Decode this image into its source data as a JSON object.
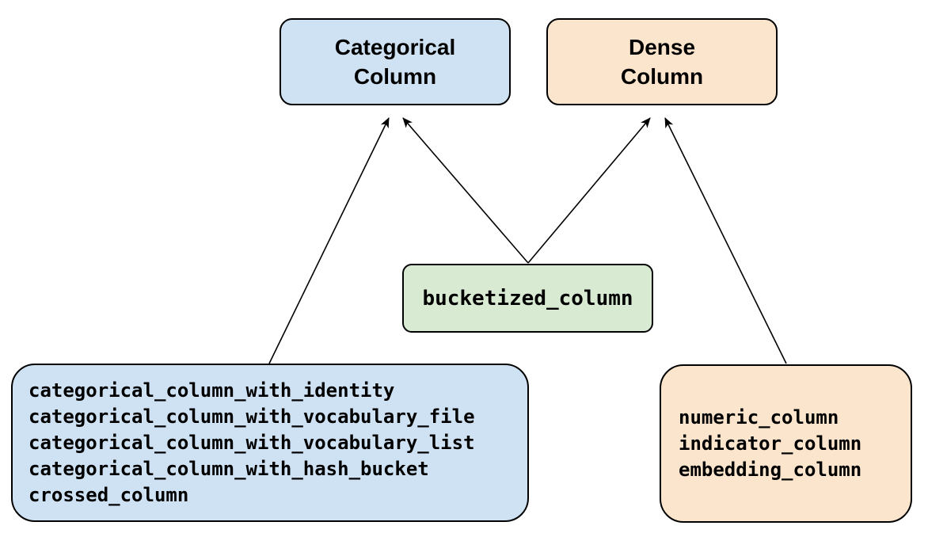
{
  "diagram": {
    "nodes": {
      "categorical": {
        "label": "Categorical\nColumn"
      },
      "dense": {
        "label": "Dense\nColumn"
      },
      "bucketized": {
        "label": "bucketized_column"
      },
      "categorical_impls": {
        "items": [
          "categorical_column_with_identity",
          "categorical_column_with_vocabulary_file",
          "categorical_column_with_vocabulary_list",
          "categorical_column_with_hash_bucket",
          "crossed_column"
        ]
      },
      "dense_impls": {
        "items": [
          "numeric_column",
          "indicator_column",
          "embedding_column"
        ]
      }
    },
    "edges": [
      {
        "from": "categorical_impls",
        "to": "categorical"
      },
      {
        "from": "bucketized",
        "to": "categorical"
      },
      {
        "from": "bucketized",
        "to": "dense"
      },
      {
        "from": "dense_impls",
        "to": "dense"
      }
    ],
    "colors": {
      "categorical_fill": "#cfe2f3",
      "dense_fill": "#fce5cd",
      "bucketized_fill": "#d9ead3",
      "border": "#000000",
      "arrow": "#000000",
      "background": "#ffffff"
    }
  }
}
